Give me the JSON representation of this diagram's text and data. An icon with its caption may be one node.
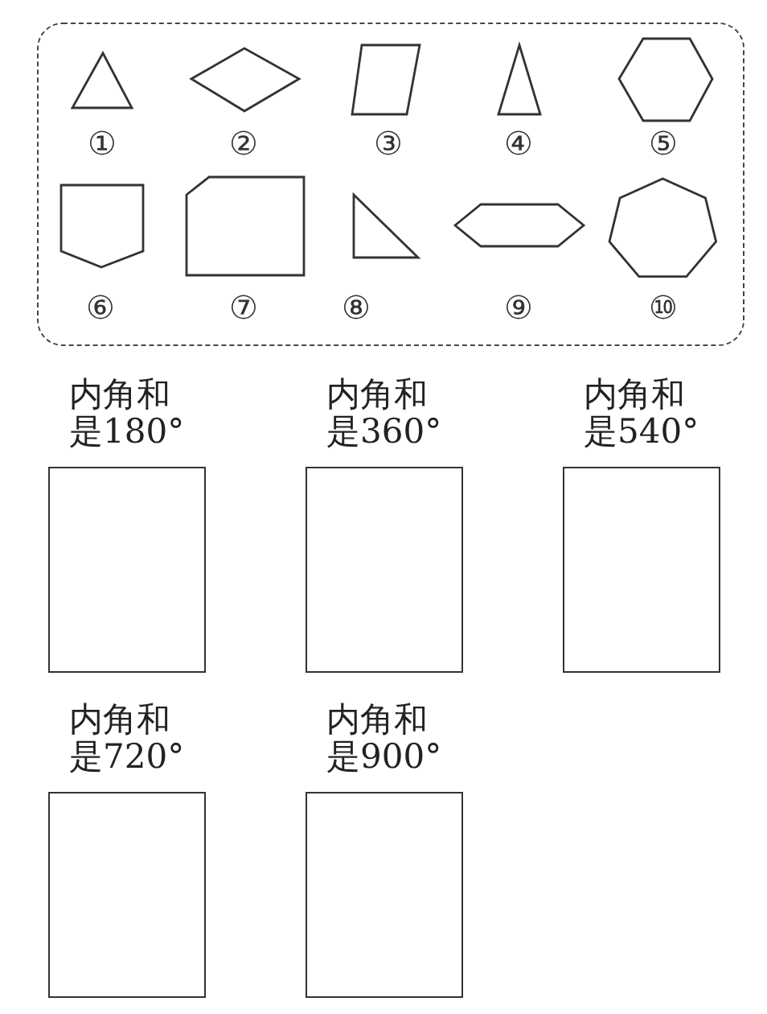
{
  "diagram": {
    "nodes": [
      {
        "text": [],
        "shape": "box"
      },
      {
        "text": [],
        "shape": "triangle",
        "beside": [
          "①"
        ],
        "in": 0
      },
      {
        "text": [],
        "shape": "rhombus",
        "beside": [
          "②"
        ],
        "in": 0
      },
      {
        "text": [],
        "shape": "parallelogram",
        "beside": [
          "③"
        ],
        "in": 0
      },
      {
        "text": [],
        "shape": "triangle",
        "beside": [
          "④"
        ],
        "in": 0
      },
      {
        "text": [],
        "shape": "hexagon",
        "beside": [
          "⑤"
        ],
        "in": 0
      },
      {
        "text": [],
        "shape": "pentagon",
        "beside": [
          "⑥"
        ],
        "in": 0
      },
      {
        "text": [],
        "shape": "pentagon",
        "beside": [
          "⑦"
        ],
        "in": 0
      },
      {
        "text": [],
        "shape": "triangle",
        "beside": [
          "⑧"
        ],
        "in": 0
      },
      {
        "text": [],
        "shape": "hexagon",
        "beside": [
          "⑨"
        ],
        "in": 0
      },
      {
        "text": [],
        "shape": "heptagon",
        "beside": [
          "⑩"
        ],
        "in": 0
      },
      {
        "text": [
          "内角和是180°"
        ]
      },
      {
        "text": [
          "内角和是360°"
        ]
      },
      {
        "text": [
          "内角和是540°"
        ]
      },
      {
        "text": [
          "内角和是720°"
        ]
      },
      {
        "text": [
          "内角和是900°"
        ]
      }
    ]
  }
}
